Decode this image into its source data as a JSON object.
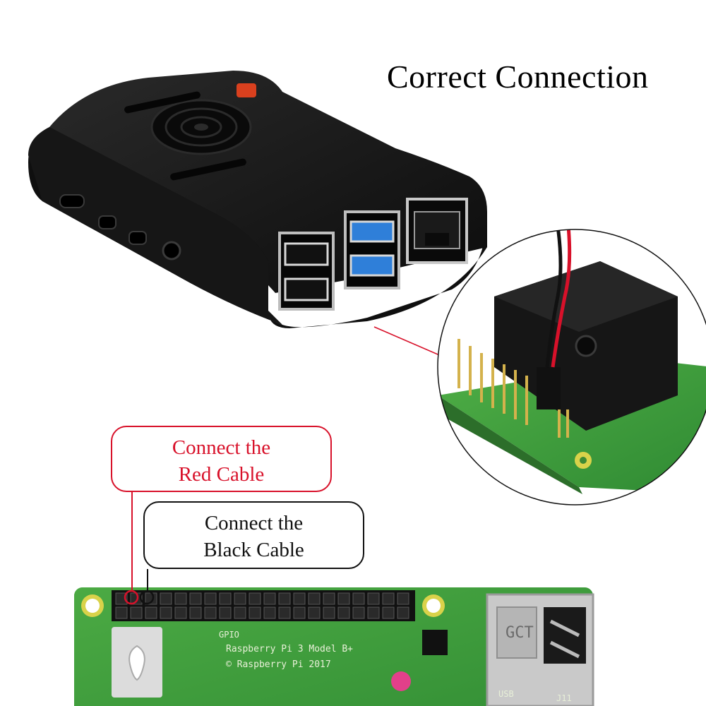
{
  "title": "Correct Connection",
  "callouts": {
    "red": {
      "line1": "Connect the",
      "line2": "Red Cable",
      "color": "#d8112a"
    },
    "black": {
      "line1": "Connect the",
      "line2": "Black Cable",
      "color": "#111111"
    }
  },
  "board": {
    "gpio_label": "GPIO",
    "model_text": "Raspberry Pi 3 Model B+",
    "copyright_text": "© Raspberry Pi 2017",
    "usb_label": "USB",
    "gct_label": "GCT",
    "j11_label": "J11",
    "pcb_color": "#3d9a3a"
  },
  "case": {
    "color": "#141414",
    "usb3_color": "#2f7fd9"
  }
}
